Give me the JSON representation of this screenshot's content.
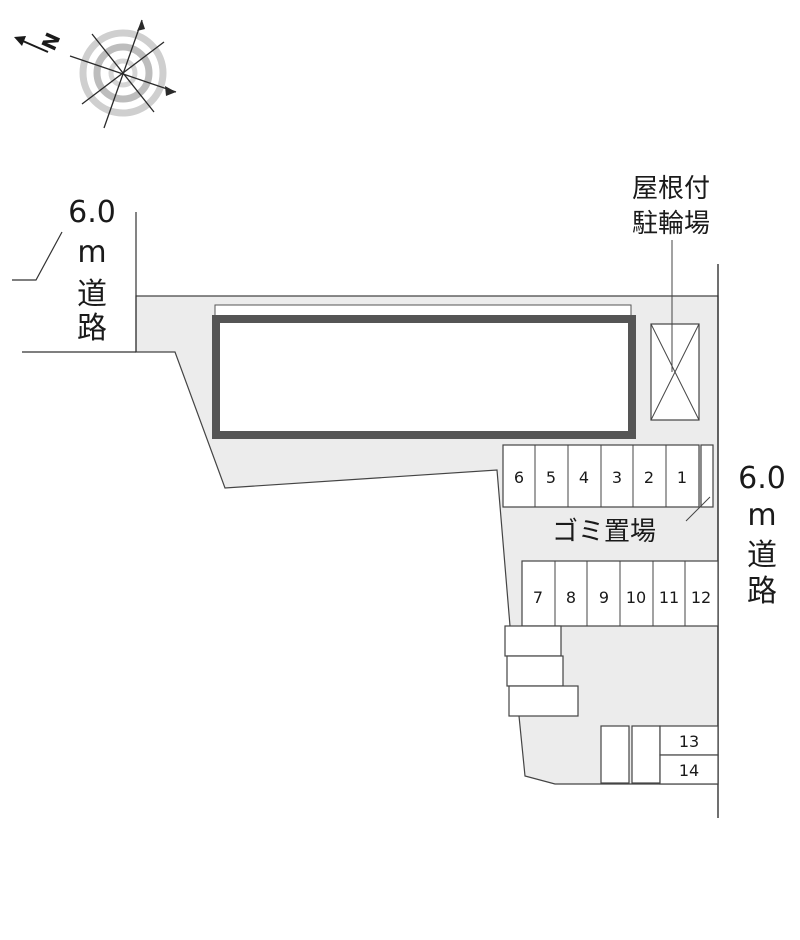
{
  "compass": {
    "north_label": "N",
    "icon": "compass-rose-icon"
  },
  "roads": {
    "left": {
      "width": "6.0",
      "unit": "m",
      "name_1": "道",
      "name_2": "路"
    },
    "right": {
      "width": "6.0",
      "unit": "m",
      "name_1": "道",
      "name_2": "路"
    }
  },
  "bicycle_parking": {
    "line_1": "屋根付",
    "line_2": "駐輪場"
  },
  "garbage_area": {
    "label": "ゴミ置場"
  },
  "parking": {
    "row_top": [
      "6",
      "5",
      "4",
      "3",
      "2",
      "1"
    ],
    "row_middle": [
      "7",
      "8",
      "9",
      "10",
      "11",
      "12"
    ],
    "row_bottom": [
      "13",
      "14"
    ]
  },
  "colors": {
    "lot_fill": "#ececec",
    "building_border": "#555555",
    "line": "#333333"
  }
}
